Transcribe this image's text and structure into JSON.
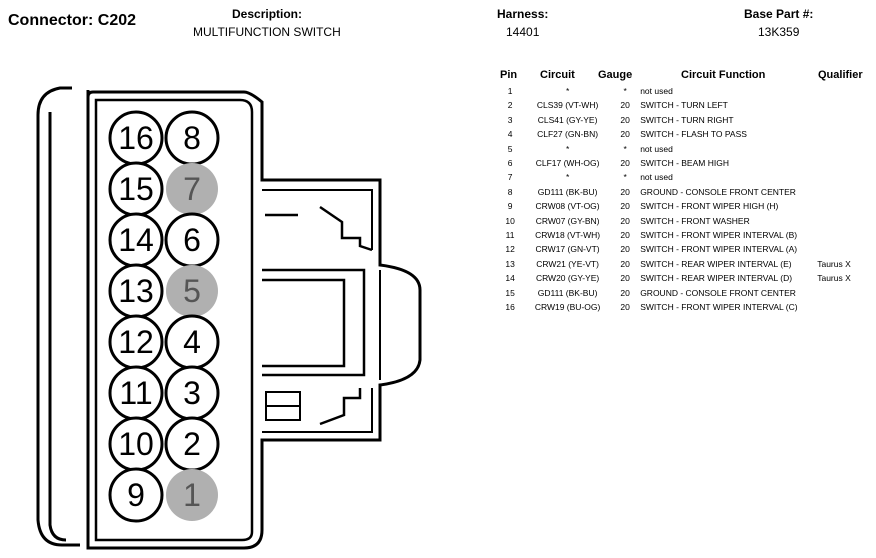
{
  "header": {
    "connector_title": "Connector: C202",
    "description_label": "Description:",
    "description_value": "MULTIFUNCTION SWITCH",
    "harness_label": "Harness:",
    "harness_value": "14401",
    "base_part_label": "Base Part #:",
    "base_part_value": "13K359"
  },
  "table": {
    "columns": {
      "pin": "Pin",
      "circuit": "Circuit",
      "gauge": "Gauge",
      "function": "Circuit Function",
      "qualifier": "Qualifier"
    },
    "rows": [
      {
        "pin": "1",
        "circuit": "*",
        "gauge": "*",
        "function": "not used",
        "qualifier": ""
      },
      {
        "pin": "2",
        "circuit": "CLS39 (VT-WH)",
        "gauge": "20",
        "function": "SWITCH - TURN LEFT",
        "qualifier": ""
      },
      {
        "pin": "3",
        "circuit": "CLS41 (GY-YE)",
        "gauge": "20",
        "function": "SWITCH - TURN RIGHT",
        "qualifier": ""
      },
      {
        "pin": "4",
        "circuit": "CLF27 (GN-BN)",
        "gauge": "20",
        "function": "SWITCH - FLASH TO PASS",
        "qualifier": ""
      },
      {
        "pin": "5",
        "circuit": "*",
        "gauge": "*",
        "function": "not used",
        "qualifier": ""
      },
      {
        "pin": "6",
        "circuit": "CLF17 (WH-OG)",
        "gauge": "20",
        "function": "SWITCH - BEAM HIGH",
        "qualifier": ""
      },
      {
        "pin": "7",
        "circuit": "*",
        "gauge": "*",
        "function": "not used",
        "qualifier": ""
      },
      {
        "pin": "8",
        "circuit": "GD111 (BK-BU)",
        "gauge": "20",
        "function": "GROUND - CONSOLE FRONT CENTER",
        "qualifier": ""
      },
      {
        "pin": "9",
        "circuit": "CRW08 (VT-OG)",
        "gauge": "20",
        "function": "SWITCH - FRONT WIPER HIGH (H)",
        "qualifier": ""
      },
      {
        "pin": "10",
        "circuit": "CRW07 (GY-BN)",
        "gauge": "20",
        "function": "SWITCH - FRONT WASHER",
        "qualifier": ""
      },
      {
        "pin": "11",
        "circuit": "CRW18 (VT-WH)",
        "gauge": "20",
        "function": "SWITCH - FRONT WIPER INTERVAL (B)",
        "qualifier": ""
      },
      {
        "pin": "12",
        "circuit": "CRW17 (GN-VT)",
        "gauge": "20",
        "function": "SWITCH - FRONT WIPER INTERVAL (A)",
        "qualifier": ""
      },
      {
        "pin": "13",
        "circuit": "CRW21 (YE-VT)",
        "gauge": "20",
        "function": "SWITCH - REAR WIPER INTERVAL (E)",
        "qualifier": "Taurus X"
      },
      {
        "pin": "14",
        "circuit": "CRW20 (GY-YE)",
        "gauge": "20",
        "function": "SWITCH - REAR WIPER INTERVAL (D)",
        "qualifier": "Taurus X"
      },
      {
        "pin": "15",
        "circuit": "GD111 (BK-BU)",
        "gauge": "20",
        "function": "GROUND - CONSOLE FRONT CENTER",
        "qualifier": ""
      },
      {
        "pin": "16",
        "circuit": "CRW19 (BU-OG)",
        "gauge": "20",
        "function": "SWITCH - FRONT WIPER INTERVAL (C)",
        "qualifier": ""
      }
    ]
  },
  "connector": {
    "pin_pairs": [
      {
        "left": "16",
        "right": "8",
        "right_unused": false
      },
      {
        "left": "15",
        "right": "7",
        "right_unused": true
      },
      {
        "left": "14",
        "right": "6",
        "right_unused": false
      },
      {
        "left": "13",
        "right": "5",
        "right_unused": true
      },
      {
        "left": "12",
        "right": "4",
        "right_unused": false
      },
      {
        "left": "11",
        "right": "3",
        "right_unused": false
      },
      {
        "left": "10",
        "right": "2",
        "right_unused": false
      },
      {
        "left": "9",
        "right": "1",
        "right_unused": true
      }
    ],
    "unused_pin_color": "#b0b0b0"
  }
}
